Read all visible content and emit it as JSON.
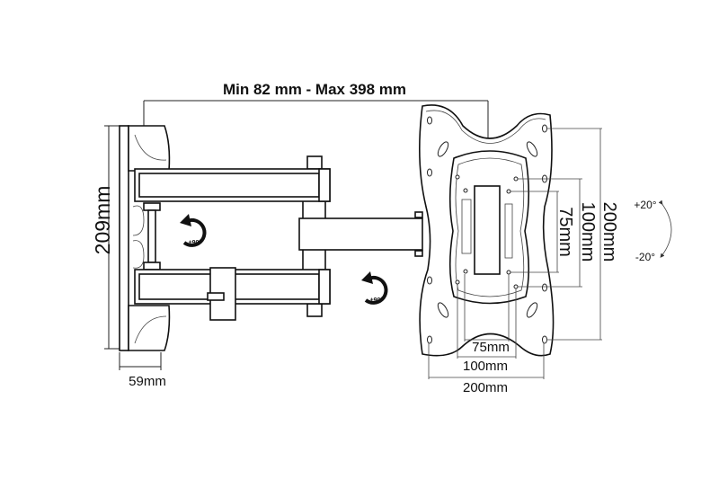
{
  "title_dimension": "Min 82 mm - Max 398 mm",
  "wall_plate": {
    "height_label": "209mm",
    "depth_label": "59mm"
  },
  "rotation": {
    "arm_swivel_label": "±90°",
    "head_swivel_label": "±90°"
  },
  "vesa": {
    "vertical_labels": [
      "200mm",
      "100mm",
      "75mm"
    ],
    "horizontal_labels": [
      "75mm",
      "100mm",
      "200mm"
    ]
  },
  "tilt": {
    "up_label": "+20°",
    "down_label": "-20°"
  },
  "colors": {
    "line": "#111111",
    "background": "#ffffff"
  }
}
